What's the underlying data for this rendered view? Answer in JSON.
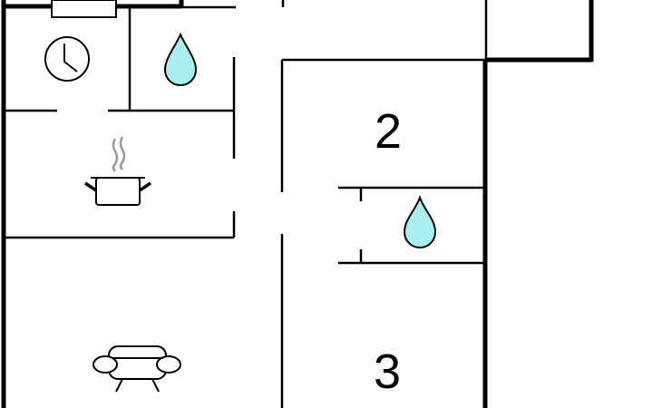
{
  "rooms": [
    {
      "number": "2",
      "icon": "bedroom-number"
    },
    {
      "number": "3",
      "icon": "bedroom-number"
    }
  ],
  "icons": {
    "clock": "clock-icon",
    "water_top": "water-drop-icon",
    "water_mid": "water-drop-icon",
    "cooking_pot": "cooking-pot-icon",
    "armchair": "armchair-icon"
  },
  "colors": {
    "wall": "#000000",
    "water": "#a8f0f0",
    "steam": "#9a9a9a",
    "background": "#ffffff"
  }
}
